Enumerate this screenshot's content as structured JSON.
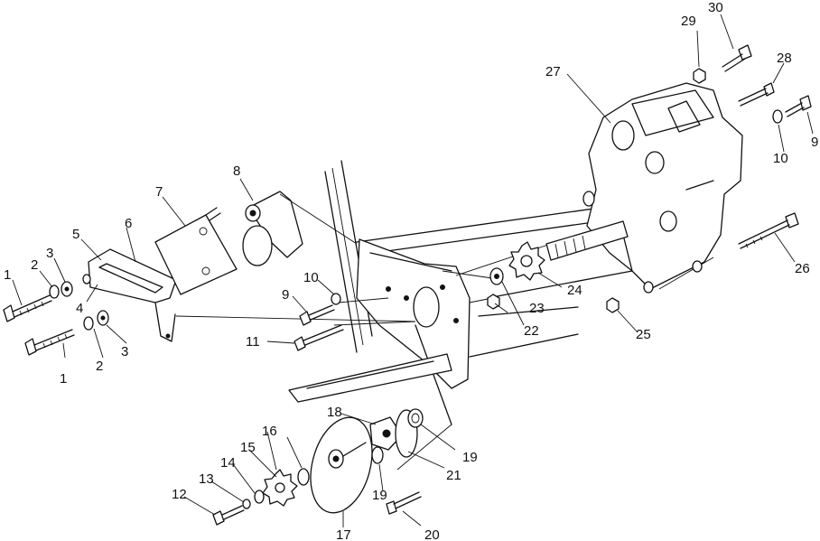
{
  "callouts": {
    "c1a": "1",
    "c1b": "1",
    "c2a": "2",
    "c2b": "2",
    "c3a": "3",
    "c3b": "3",
    "c4": "4",
    "c5": "5",
    "c6": "6",
    "c7": "7",
    "c8": "8",
    "c9a": "9",
    "c9b": "9",
    "c10a": "10",
    "c10b": "10",
    "c11": "11",
    "c12": "12",
    "c13": "13",
    "c14": "14",
    "c15": "15",
    "c16": "16",
    "c17": "17",
    "c18": "18",
    "c19a": "19",
    "c19b": "19",
    "c20": "20",
    "c21": "21",
    "c22": "22",
    "c23": "23",
    "c24": "24",
    "c25": "25",
    "c26": "26",
    "c27": "27",
    "c28": "28",
    "c29": "29",
    "c30": "30"
  }
}
